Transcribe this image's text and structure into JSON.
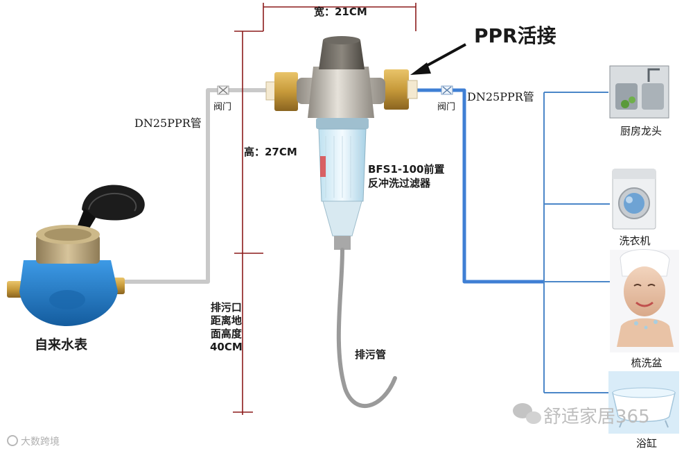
{
  "labels": {
    "width": "宽：21CM",
    "height": "高：27CM",
    "ppr_union": "PPR活接",
    "pipe_in": "DN25PPR管",
    "pipe_out": "DN25PPR管",
    "valve_in": "阀门",
    "valve_out": "阀门",
    "filter_model": "BFS1-100前置",
    "filter_type": "反冲洗过滤器",
    "drain_height": [
      "排污口",
      "距离地",
      "面高度",
      "40CM"
    ],
    "drain_pipe": "排污管",
    "water_meter": "自来水表"
  },
  "fixtures": [
    {
      "id": "kitchen",
      "label": "厨房龙头"
    },
    {
      "id": "washer",
      "label": "洗衣机"
    },
    {
      "id": "basin",
      "label": "梳洗盆"
    },
    {
      "id": "bathtub",
      "label": "浴缸"
    }
  ],
  "watermarks": {
    "wechat": "舒适家居365",
    "corner": "大数跨境"
  },
  "colors": {
    "inlet_pipe": "#c9c9c9",
    "outlet_pipe": "#3f7fd4",
    "branch_line": "#4a86c8",
    "dimension_line": "#8b1a1a",
    "arrow": "#111111",
    "meter_body": "#1f7ac7",
    "meter_brass": "#b8a178",
    "filter_brass": "#c79a3a",
    "filter_nickel": "#bdb7ad",
    "drain_hose": "#9a9a9a"
  },
  "icons": [
    "water-meter-icon",
    "valve-icon",
    "filter-icon",
    "sink-icon",
    "washing-machine-icon",
    "face-washing-photo",
    "bathtub-icon",
    "wechat-icon"
  ]
}
